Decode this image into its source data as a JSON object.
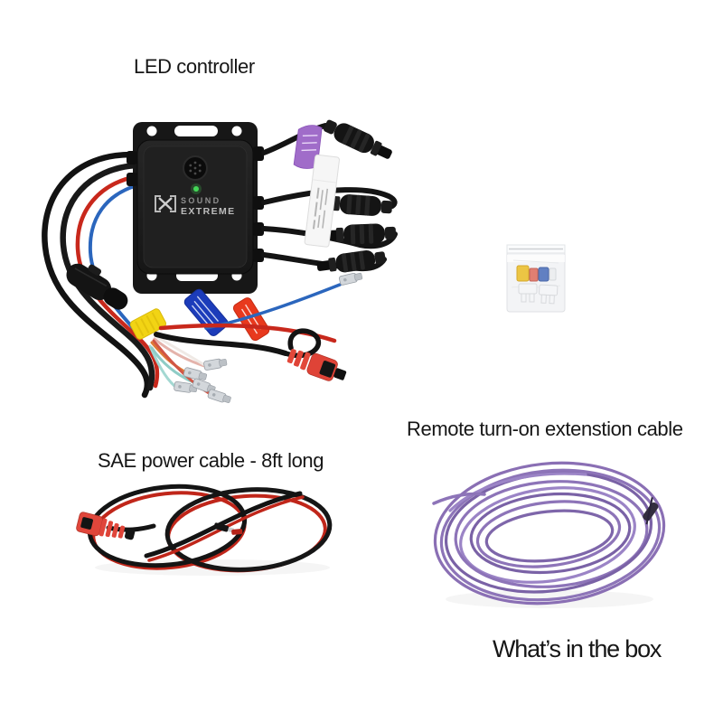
{
  "page": {
    "title": "What’s in the box",
    "background_color": "#ffffff",
    "text_color": "#161616"
  },
  "products": {
    "led_controller": {
      "label": "LED controller",
      "brand_line1": "SOUND",
      "brand_line2": "EXTREME",
      "body_color": "#1b1b1b",
      "status_led_color": "#44d757",
      "label_flag_colors": {
        "yellow": "#f2d414",
        "blue": "#1c3cba",
        "red": "#e8391d",
        "purple_ribbon": "#a06cc9"
      }
    },
    "fuse_bag": {
      "fuse_colors": [
        "#ecc544",
        "#e07f72",
        "#6180c2"
      ]
    },
    "sae_power_cable": {
      "label": "SAE power cable - 8ft long",
      "wire_colors": [
        "#141414",
        "#c0261a"
      ],
      "connector_color": "#e0463b"
    },
    "remote_turn_on_cable": {
      "label": "Remote turn-on extenstion cable",
      "wire_color": "#8b72b5"
    }
  }
}
